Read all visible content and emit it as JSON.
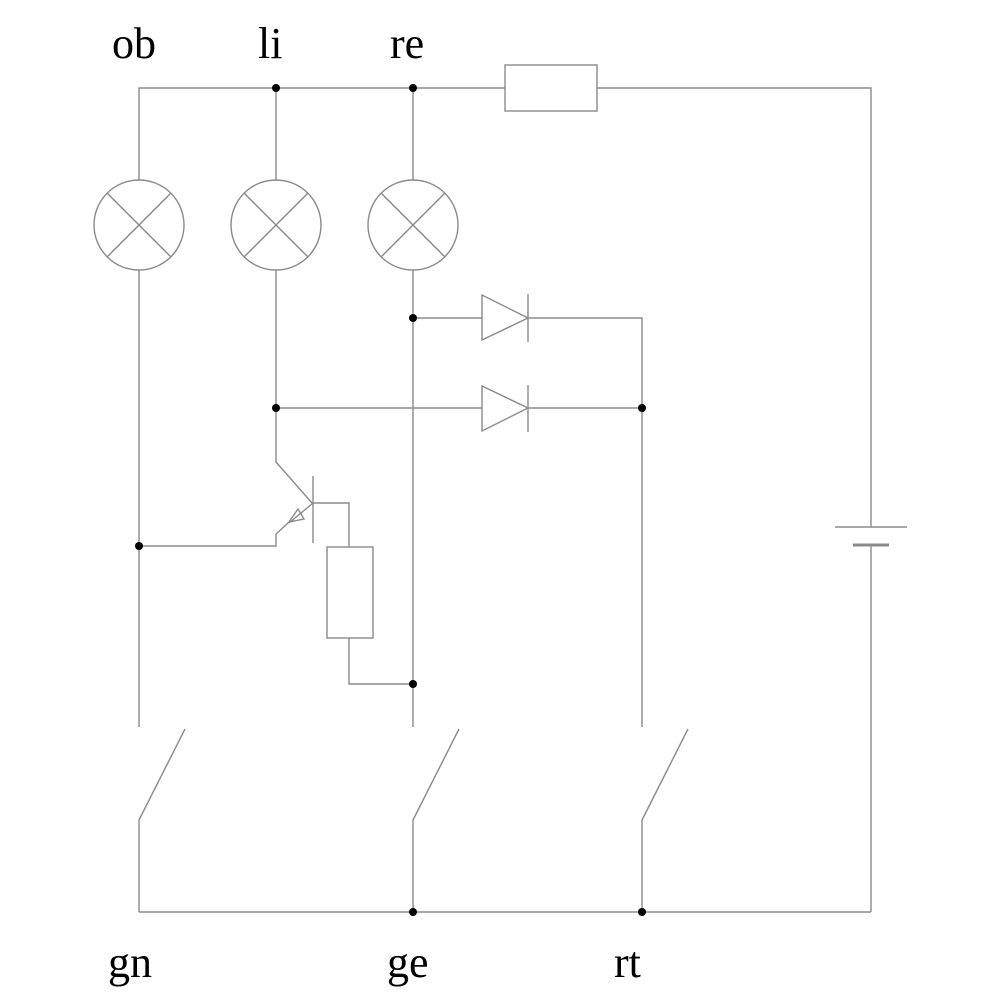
{
  "diagram": {
    "type": "electrical-schematic",
    "top_labels": {
      "ob": "ob",
      "li": "li",
      "re": "re"
    },
    "bottom_labels": {
      "gn": "gn",
      "ge": "ge",
      "rt": "rt"
    },
    "components": {
      "lamps": [
        "lamp-ob",
        "lamp-li",
        "lamp-re"
      ],
      "diodes": [
        "diode-upper",
        "diode-lower"
      ],
      "resistors": [
        "resistor-top",
        "resistor-transistor"
      ],
      "transistor": "pnp-transistor",
      "battery": "battery",
      "switches": [
        "switch-gn",
        "switch-ge",
        "switch-rt"
      ]
    },
    "colors": {
      "wire": "#8a8a8a",
      "junction": "#000000",
      "text": "#000000"
    }
  }
}
